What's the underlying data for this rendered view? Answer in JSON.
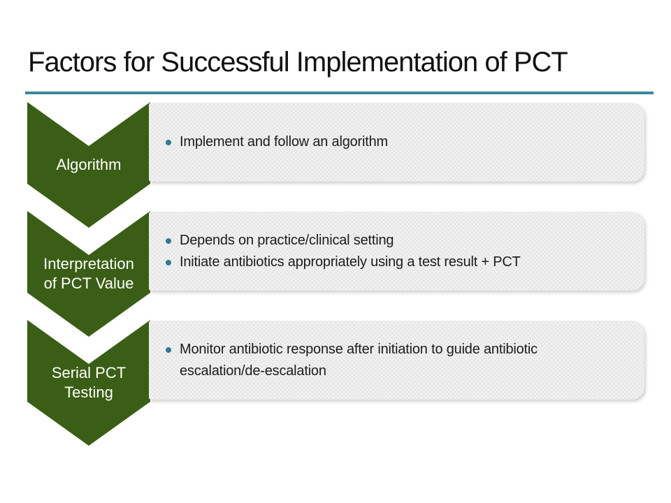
{
  "slide": {
    "title": "Factors for Successful Implementation of PCT",
    "colors": {
      "chevron_green": "#3B5E16",
      "title_rule_teal": "#38899B",
      "bullet_teal": "#2F7A8F",
      "box_gray": "#EFEFEF",
      "label_text": "#FFFFFF"
    },
    "rows": [
      {
        "label": "Algorithm",
        "bullets": [
          "Implement and follow an algorithm"
        ]
      },
      {
        "label": "Interpretation of PCT Value",
        "bullets": [
          "Depends on practice/clinical setting",
          "Initiate antibiotics appropriately using a test result + PCT"
        ]
      },
      {
        "label": "Serial PCT Testing",
        "bullets": [
          "Monitor antibiotic response after initiation to guide antibiotic escalation/de-escalation"
        ]
      }
    ]
  }
}
